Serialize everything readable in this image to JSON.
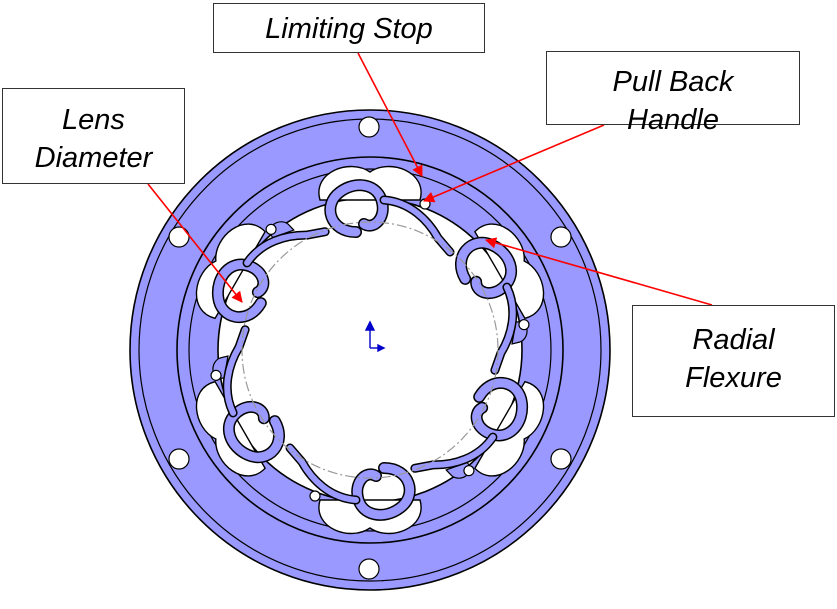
{
  "callouts": {
    "limiting_stop": "Limiting Stop",
    "pull_back_line1": "Pull Back",
    "pull_back_line2": "Handle",
    "lens_line1": "Lens",
    "lens_line2": "Diameter",
    "radial_line1": "Radial",
    "radial_line2": "Flexure"
  },
  "colors": {
    "flange": "#9999ff",
    "body": "#ffffff",
    "outline": "#000000",
    "leader": "#ff0000",
    "axis": "#0000cc"
  }
}
